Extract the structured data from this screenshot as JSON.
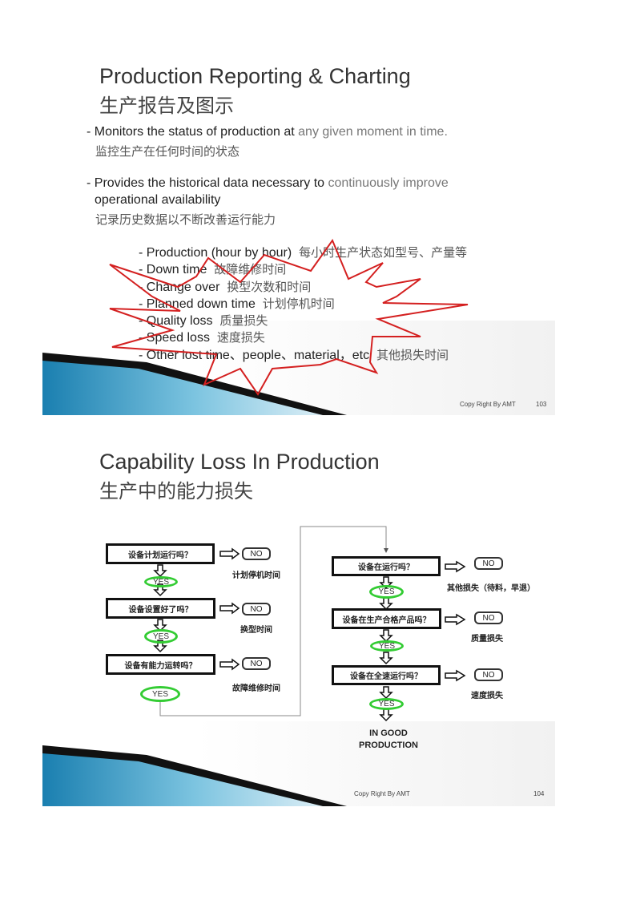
{
  "slide1": {
    "title": "Production Reporting & Charting",
    "subtitle": "生产报告及图示",
    "bullets": [
      {
        "en_a": "- Monitors the status of production at ",
        "en_b": "any given moment in time.",
        "cn": "监控生产在任何时间的状态"
      },
      {
        "en_a": "- Provides the historical data necessary to ",
        "en_b": "continuously improve",
        "en_c": "operational availability",
        "cn": "记录历史数据以不断改善运行能力"
      }
    ],
    "items": [
      {
        "en": "- Production (hour by hour)",
        "cn": "每小时生产状态如型号、产量等"
      },
      {
        "en": "- Down time",
        "cn": "故障维修时间"
      },
      {
        "en": "- Change over",
        "cn": "换型次数和时间"
      },
      {
        "en": "- Planned down time",
        "cn": "计划停机时间"
      },
      {
        "en": "- Quality loss",
        "cn": "质量损失"
      },
      {
        "en": "- Speed loss",
        "cn": "速度损失"
      },
      {
        "en": "- Other lost time、people、material，etc",
        "cn": "其他损失时间"
      }
    ],
    "copyright": "Copy Right By AMT",
    "page": "103"
  },
  "slide2": {
    "title": "Capability Loss In Production",
    "subtitle": "生产中的能力损失",
    "left_steps": [
      {
        "q": "设备计划运行吗？",
        "no": "NO",
        "loss": "计划停机时间",
        "yes": "YES"
      },
      {
        "q": "设备设置好了吗？",
        "no": "NO",
        "loss": "换型时间",
        "yes": "YES"
      },
      {
        "q": "设备有能力运转吗？",
        "no": "NO",
        "loss": "故障维修时间",
        "yes": "YES"
      }
    ],
    "right_steps": [
      {
        "q": "设备在运行吗？",
        "no": "NO",
        "loss": "其他损失（待料，早退）",
        "yes": "YES"
      },
      {
        "q": "设备在生产合格产品吗？",
        "no": "NO",
        "loss": "质量损失",
        "yes": "YES"
      },
      {
        "q": "设备在全速运行吗？",
        "no": "NO",
        "loss": "速度损失",
        "yes": "YES"
      }
    ],
    "result_line1": "IN GOOD",
    "result_line2": "PRODUCTION",
    "copyright": "Copy Right By AMT",
    "page": "104"
  },
  "colors": {
    "starburst": "#d42020",
    "yes_ring": "#33cc33",
    "swoosh": "#1b8ec0"
  }
}
